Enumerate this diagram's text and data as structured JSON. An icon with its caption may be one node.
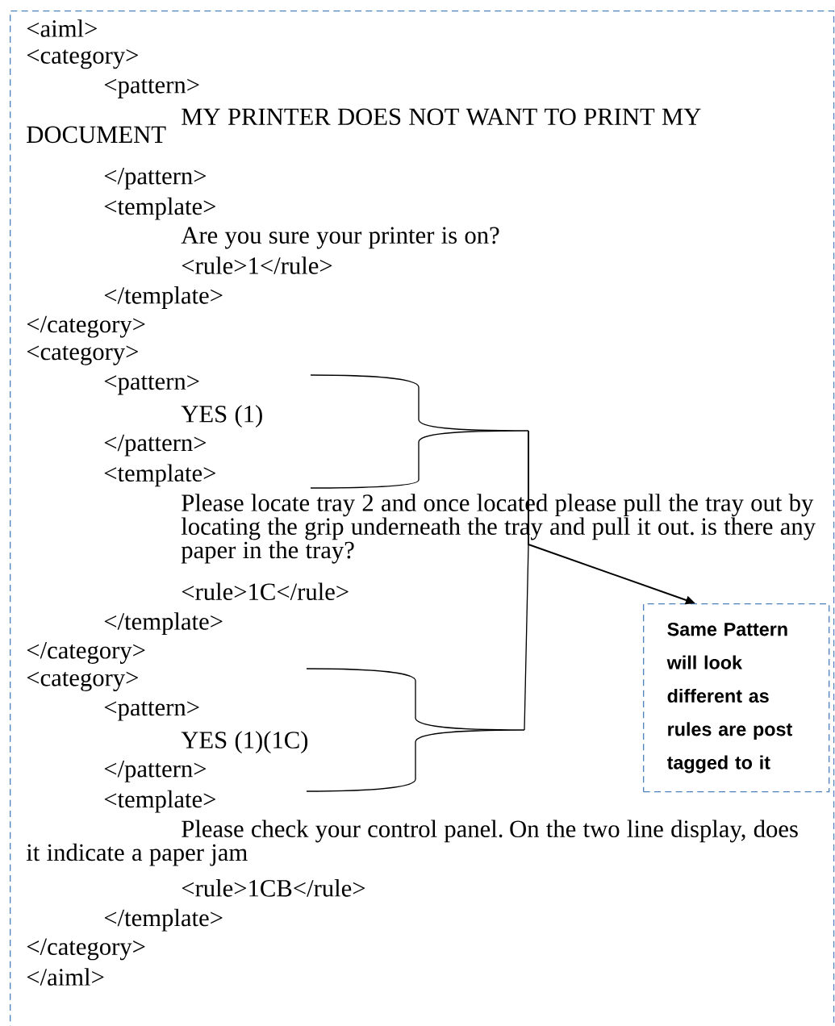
{
  "diagram": {
    "nodes": [
      {
        "text": [
          "<aiml>",
          "<category>",
          "<pattern>",
          "MY PRINTER DOES NOT WANT TO PRINT MY DOCUMENT",
          "</pattern>",
          "<template>",
          "Are you sure your printer is on?",
          "<rule>1</rule>",
          "</template>",
          "</category>",
          "<category>",
          "<pattern>",
          "YES (1)",
          "</pattern>",
          "<template>",
          "Please locate tray 2 and once located please pull the tray out by locating the grip underneath the tray and pull it out. is there any paper in the tray?",
          "<rule>1C</rule>",
          "</template>",
          "</category>",
          "<category>",
          "<pattern>",
          "YES (1)(1C)",
          "</pattern>",
          "<template>",
          "Please check your control panel. On the two line display, does it indicate a paper jam",
          "<rule>1CB</rule>",
          "</template>",
          "</category>",
          "</aiml>"
        ]
      },
      {
        "text": [],
        "shape": "bracket",
        "in": 0
      },
      {
        "text": [
          "Same Pattern will look different as rules are post tagged to it"
        ],
        "in": 0
      }
    ],
    "edges": [
      {
        "from": 1,
        "to": 2,
        "arrow": "to"
      }
    ]
  }
}
